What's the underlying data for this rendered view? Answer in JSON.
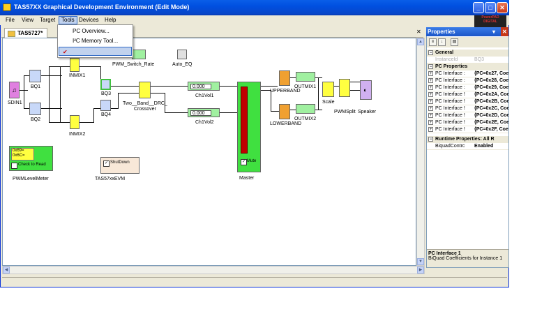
{
  "window": {
    "title": "TAS57XX Graphical Development Environment (Edit Mode)"
  },
  "menu": [
    {
      "label": "File"
    },
    {
      "label": "View"
    },
    {
      "label": "Target"
    },
    {
      "label": "Tools"
    },
    {
      "label": "Devices"
    },
    {
      "label": "Help"
    }
  ],
  "tools_menu": {
    "items": [
      {
        "label": "PC Overview..."
      },
      {
        "label": "I²C Memory Tool..."
      },
      {
        "label": ""
      }
    ]
  },
  "logo_text": "PowerPAD DIGITAL",
  "tab": {
    "label": "TAS5727*"
  },
  "diagram": {
    "blocks": {
      "sdin1": "SDIN1",
      "bq1": "BQ1",
      "bq2": "BQ2",
      "inmix1": "INMIX1",
      "inmix2": "INMIX2",
      "bq3": "BQ3",
      "bq4": "BQ4",
      "pwm_switch": "PWM_Switch_Rate",
      "auto_eq": "Auto_EQ",
      "crossover": "Two__Band__DRC_\nCrossover",
      "ch1vol1": "Ch1Vol1",
      "ch1vol2": "Ch1Vol2",
      "master": "Master",
      "upperband": "UPPERBAND",
      "lowerband": "LOWERBAND",
      "outmix1": "OUTMIX1",
      "outmix2": "OUTMIX2",
      "scale": "Scale",
      "pwmsplit": "PWMSplit",
      "speaker": "Speaker",
      "pwmlevel": "PWMLevelMeter",
      "evm": "TAS57xxEVM"
    },
    "vol1_value": "0.000",
    "vol2_value": "0.000",
    "mute_label": "Mute",
    "meter_line1": "0x69=",
    "meter_line2": "0x6C=",
    "check_to_read": "Check to Read",
    "shutdown": "ShutDown"
  },
  "properties": {
    "title": "Properties",
    "cat_general": "General",
    "instance_key": "InstanceId",
    "instance_val": "BQ3",
    "cat_pc": "PC Properties",
    "rows": [
      {
        "k": "PC Interface :",
        "v": "{PC=0x27, Coef="
      },
      {
        "k": "PC Interface :",
        "v": "{PC=0x28, Coef="
      },
      {
        "k": "PC Interface :",
        "v": "{PC=0x29, Coef="
      },
      {
        "k": "PC Interface !",
        "v": "{PC=0x2A, Coef="
      },
      {
        "k": "PC Interface !",
        "v": "{PC=0x2B, Coef="
      },
      {
        "k": "PC Interface !",
        "v": "{PC=0x2C, Coef="
      },
      {
        "k": "PC Interface !",
        "v": "{PC=0x2D, Coef="
      },
      {
        "k": "PC Interface !",
        "v": "{PC=0x2E, Coef="
      },
      {
        "k": "PC Interface !",
        "v": "{PC=0x2F, Coef="
      }
    ],
    "cat_runtime": "Runtime Properties: All R",
    "runtime_key": "BiquadContrc",
    "runtime_val": "Enabled",
    "desc_title": "PC Interface 1",
    "desc_text": "BiQuad Coefficients for Instance 1"
  }
}
